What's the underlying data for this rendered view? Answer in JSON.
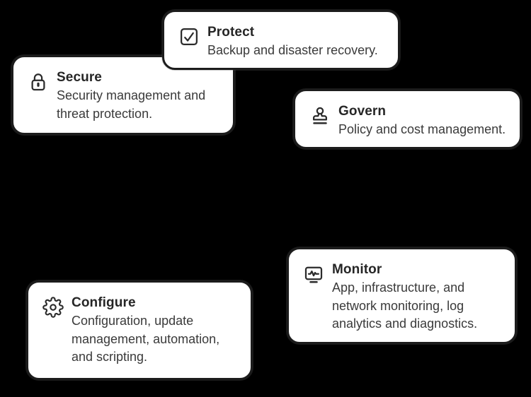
{
  "canvas": {
    "background_color": "#000000",
    "card_background": "#ffffff",
    "card_border_color": "#1c1c1c",
    "title_color": "#262626",
    "description_color": "#3a3a3a",
    "icon_color": "#2b2b2b"
  },
  "cards": [
    {
      "id": "protect",
      "icon": "checkbox-check-icon",
      "title": "Protect",
      "description": "Backup and disaster recovery."
    },
    {
      "id": "secure",
      "icon": "lock-icon",
      "title": "Secure",
      "description": "Security management and\nthreat protection."
    },
    {
      "id": "govern",
      "icon": "stamp-icon",
      "title": "Govern",
      "description": "Policy and cost management."
    },
    {
      "id": "monitor",
      "icon": "monitor-pulse-icon",
      "title": "Monitor",
      "description": "App, infrastructure, and\nnetwork monitoring, log\nanalytics and diagnostics."
    },
    {
      "id": "configure",
      "icon": "gear-icon",
      "title": "Configure",
      "description": "Configuration, update\nmanagement, automation,\nand scripting."
    }
  ]
}
